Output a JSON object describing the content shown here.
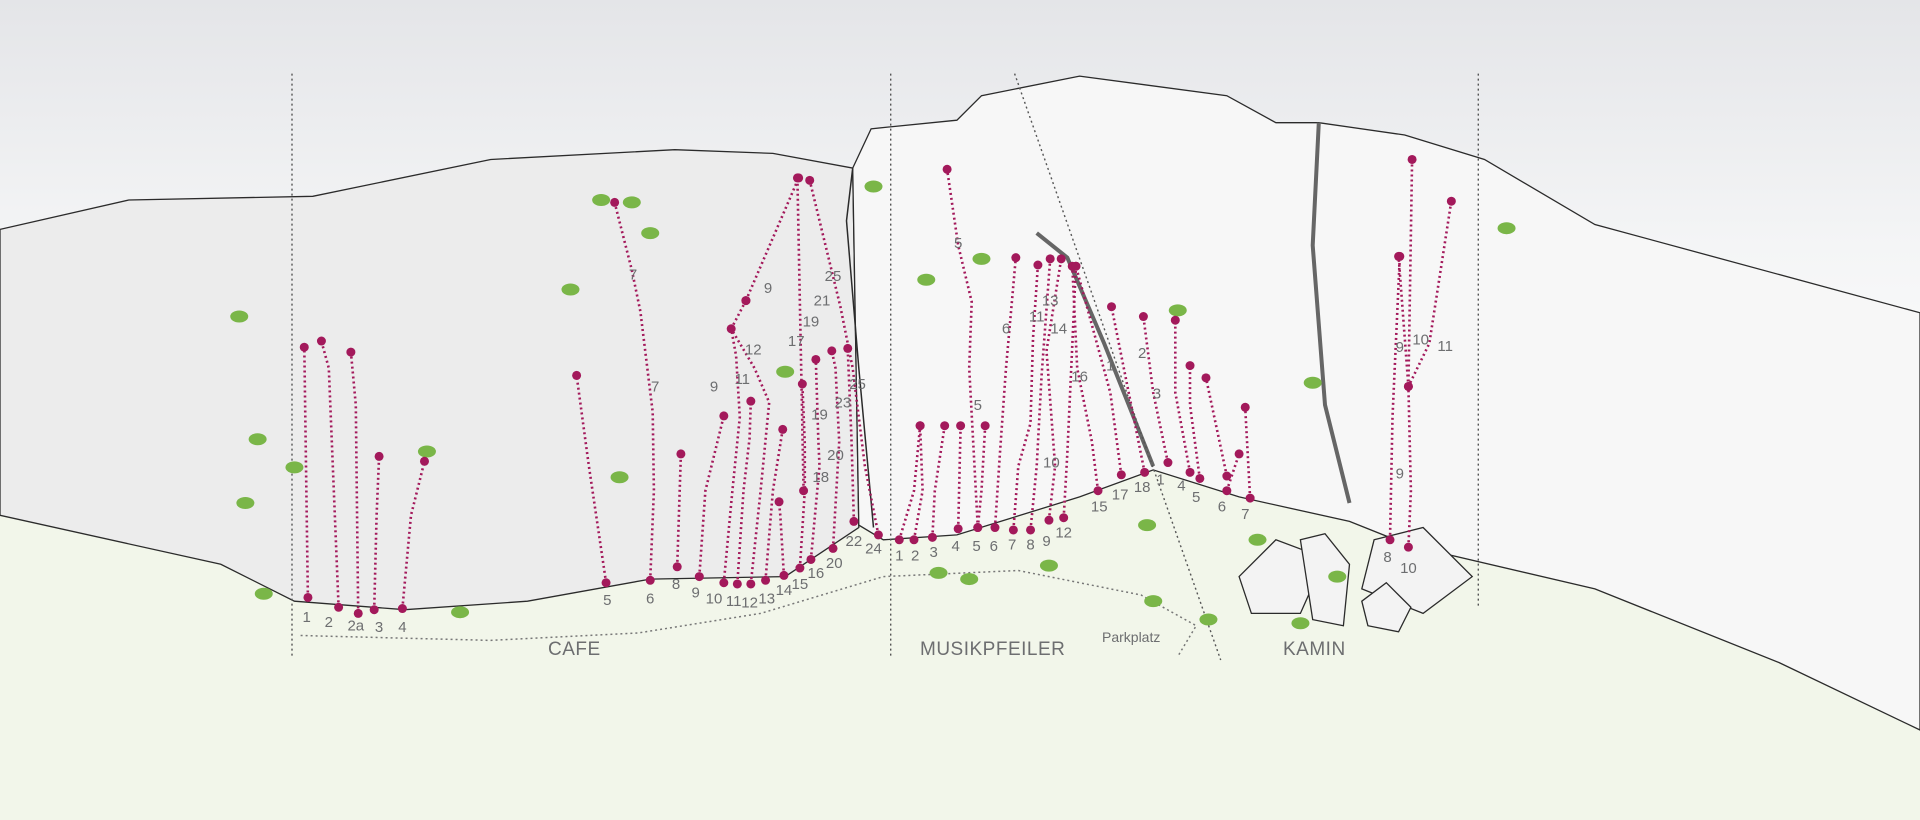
{
  "colors": {
    "route": "#a3195b",
    "rock": "#ececec",
    "ground": "#f2f6ea",
    "outline": "#2b2b2b",
    "text": "#6d6e70",
    "bush": "#7ab648"
  },
  "sectors": [
    {
      "name": "CAFE",
      "base_labels": [
        "1",
        "2",
        "2a",
        "3",
        "4",
        "5",
        "6",
        "8",
        "9",
        "10",
        "11",
        "12",
        "13",
        "14",
        "15",
        "16",
        "20",
        "22",
        "24"
      ],
      "upper_labels": [
        "7",
        "7",
        "9",
        "12",
        "11",
        "9",
        "17",
        "19",
        "21",
        "25",
        "25",
        "23",
        "19",
        "20",
        "18"
      ]
    },
    {
      "name": "MUSIKPFEILER",
      "base_labels": [
        "1",
        "2",
        "3",
        "4",
        "5",
        "6",
        "7",
        "8",
        "9",
        "12",
        "15",
        "17",
        "18"
      ],
      "upper_labels": [
        "5",
        "5",
        "6",
        "11",
        "13",
        "14",
        "16",
        "10",
        "1",
        "2",
        "3"
      ]
    },
    {
      "name": "KAMIN",
      "base_labels": [
        "1",
        "4",
        "5",
        "6",
        "7",
        "8",
        "10"
      ],
      "upper_labels": [
        "9",
        "10",
        "11",
        "9"
      ]
    }
  ],
  "parking_label": "Parkplatz"
}
